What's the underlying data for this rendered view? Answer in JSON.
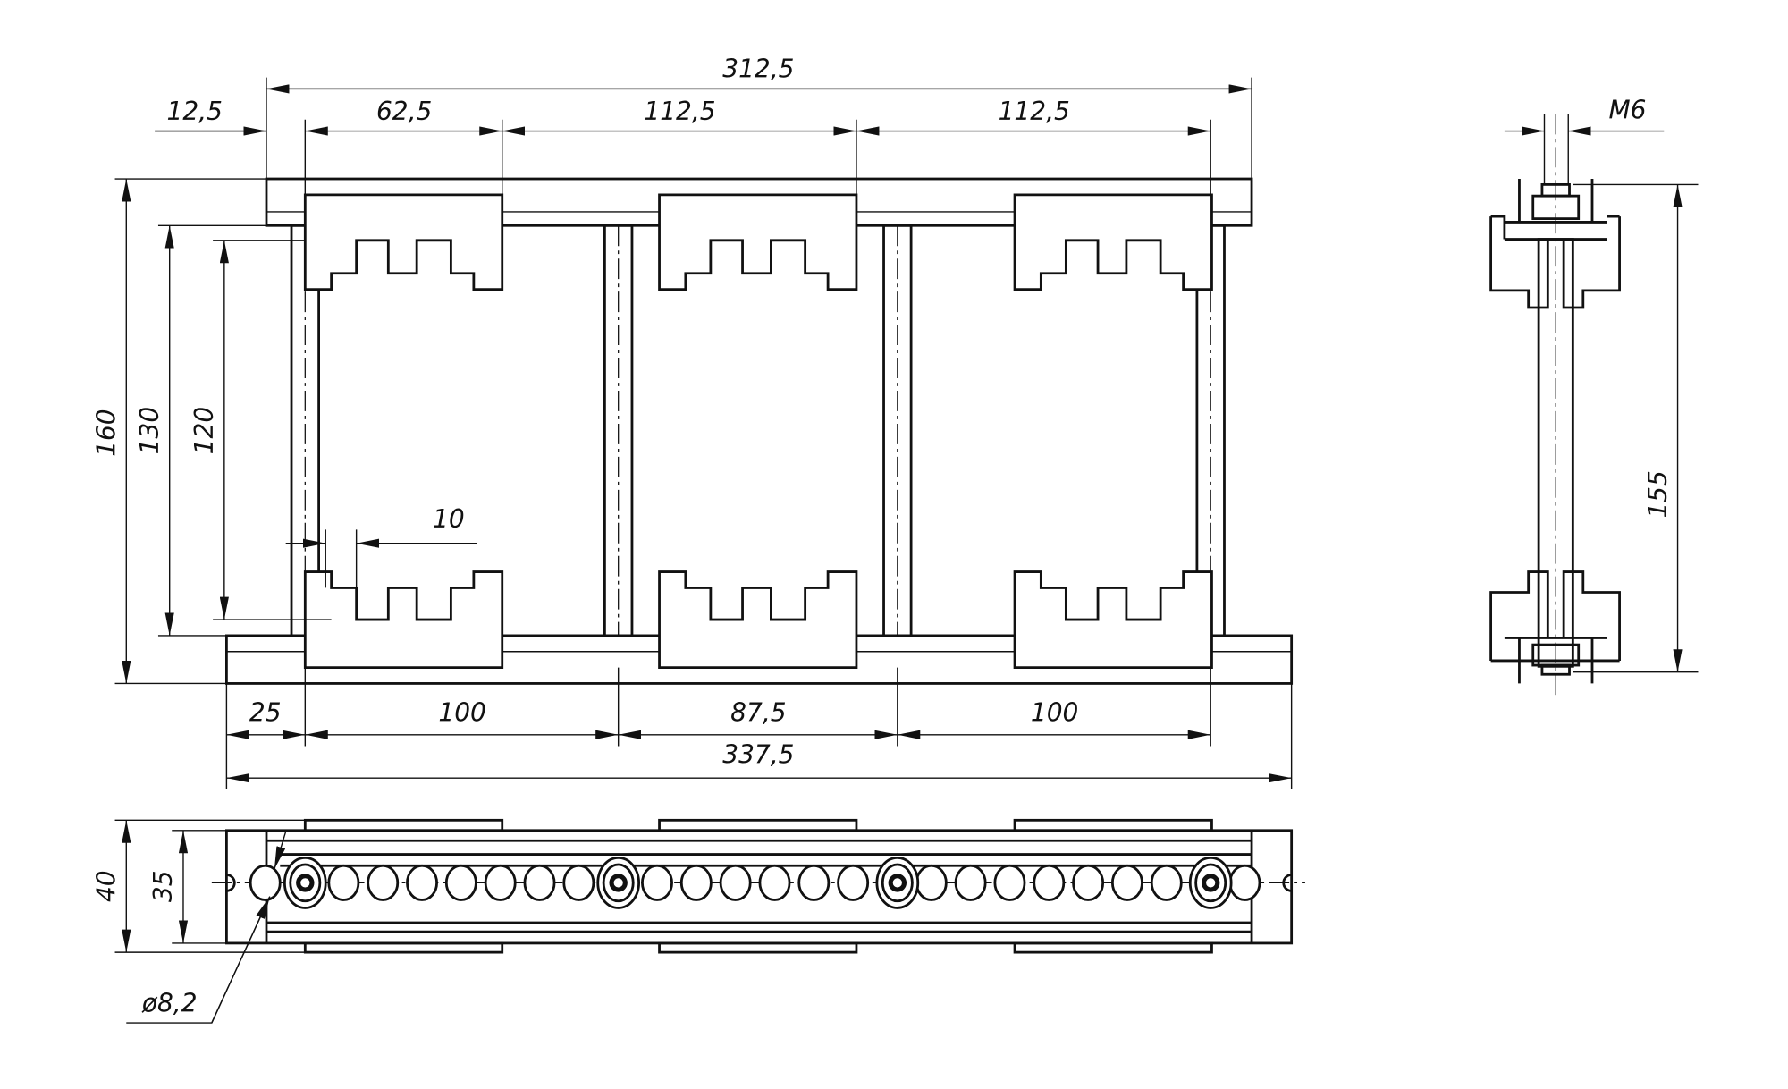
{
  "drawing": {
    "front_view": {
      "dims_top": [
        "312,5",
        "12,5",
        "62,5",
        "112,5",
        "112,5"
      ],
      "dims_left": [
        "160",
        "130",
        "120"
      ],
      "dim_tooth": "10",
      "dims_bottom": [
        "25",
        "100",
        "87,5",
        "100",
        "337,5"
      ]
    },
    "side_view": {
      "thread": "M6",
      "height": "155"
    },
    "bottom_view": {
      "height_outer": "40",
      "height_inner": "35",
      "hole_dia": "ø8,2"
    }
  }
}
